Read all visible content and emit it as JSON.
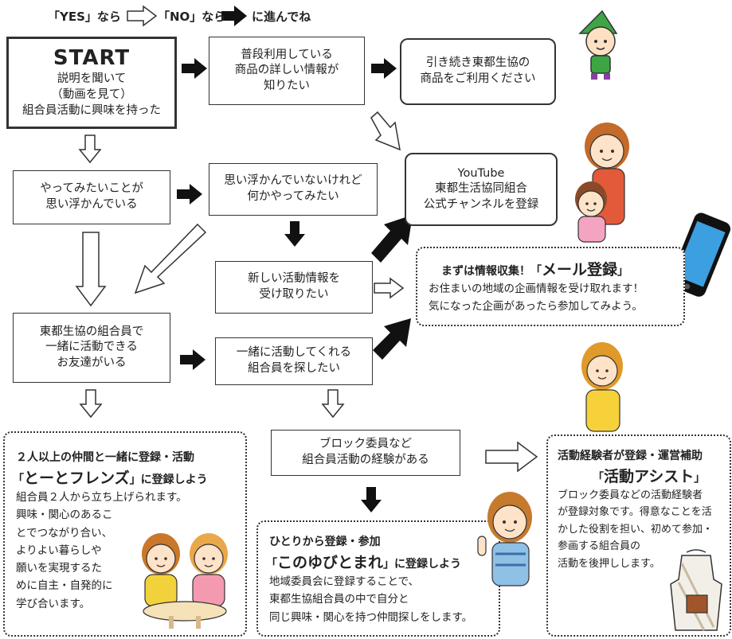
{
  "legend": {
    "yes": "「YES」なら",
    "no": "「NO」なら",
    "go": "に進んでね"
  },
  "start": {
    "title": "START",
    "lines": [
      "説明を聞いて",
      "（動画を見て）",
      "組合員活動に興味を持った"
    ]
  },
  "product_info": {
    "lines": [
      "普段利用している",
      "商品の詳しい情報が",
      "知りたい"
    ]
  },
  "continue_use": {
    "lines": [
      "引き続き東都生協の",
      "商品をご利用ください"
    ]
  },
  "youtube": {
    "lines": [
      "YouTube",
      "東都生活協同組合",
      "公式チャンネルを登録"
    ]
  },
  "want_to_do": {
    "lines": [
      "やってみたいことが",
      "思い浮かんでいる"
    ]
  },
  "not_yet": {
    "lines": [
      "思い浮かんでいないけれど",
      "何かやってみたい"
    ]
  },
  "new_info": {
    "lines": [
      "新しい活動情報を",
      "受け取りたい"
    ]
  },
  "mail": {
    "title_prefix": "まずは情報収集！「",
    "title_em": "メール登録",
    "title_suffix": "」",
    "lines": [
      "お住まいの地域の企画情報を受け取れます！",
      "気になった企画があったら参加してみよう。"
    ]
  },
  "friends_exist": {
    "lines": [
      "東都生協の組合員で",
      "一緒に活動できる",
      "お友達がいる"
    ]
  },
  "find_members": {
    "lines": [
      "一緒に活動してくれる",
      "組合員を探したい"
    ]
  },
  "experience": {
    "lines": [
      "ブロック委員など",
      "組合員活動の経験がある"
    ]
  },
  "tootofriends": {
    "title": "２人以上の仲間と一緒に登録・活動",
    "name_prefix": "「",
    "name_em": "とーとフレンズ",
    "name_suffix": "」に登録しよう",
    "lines": [
      "組合員２人から立ち上げられます。",
      "興味・関心のあるこ",
      "とでつながり合い、",
      "よりよい暮らしや",
      "願いを実現するた",
      "めに自主・自発的に",
      "学び合います。"
    ]
  },
  "konoyubi": {
    "title": "ひとりから登録・参加",
    "name_prefix": "「",
    "name_em": "このゆびとまれ",
    "name_suffix": "」に登録しよう",
    "lines": [
      "地域委員会に登録することで、",
      "東都生協組合員の中で自分と",
      "同じ興味・関心を持つ仲間探しをします。"
    ]
  },
  "assist": {
    "title": "活動経験者が登録・運営補助",
    "name_prefix": "「",
    "name_em": "活動アシスト",
    "name_suffix": "」",
    "lines": [
      "ブロック委員などの活動経験者",
      "が登録対象です。得意なことを活",
      "かした役割を担い、初めて参加・",
      "参画する組合員の",
      "活動を後押しします。"
    ]
  }
}
